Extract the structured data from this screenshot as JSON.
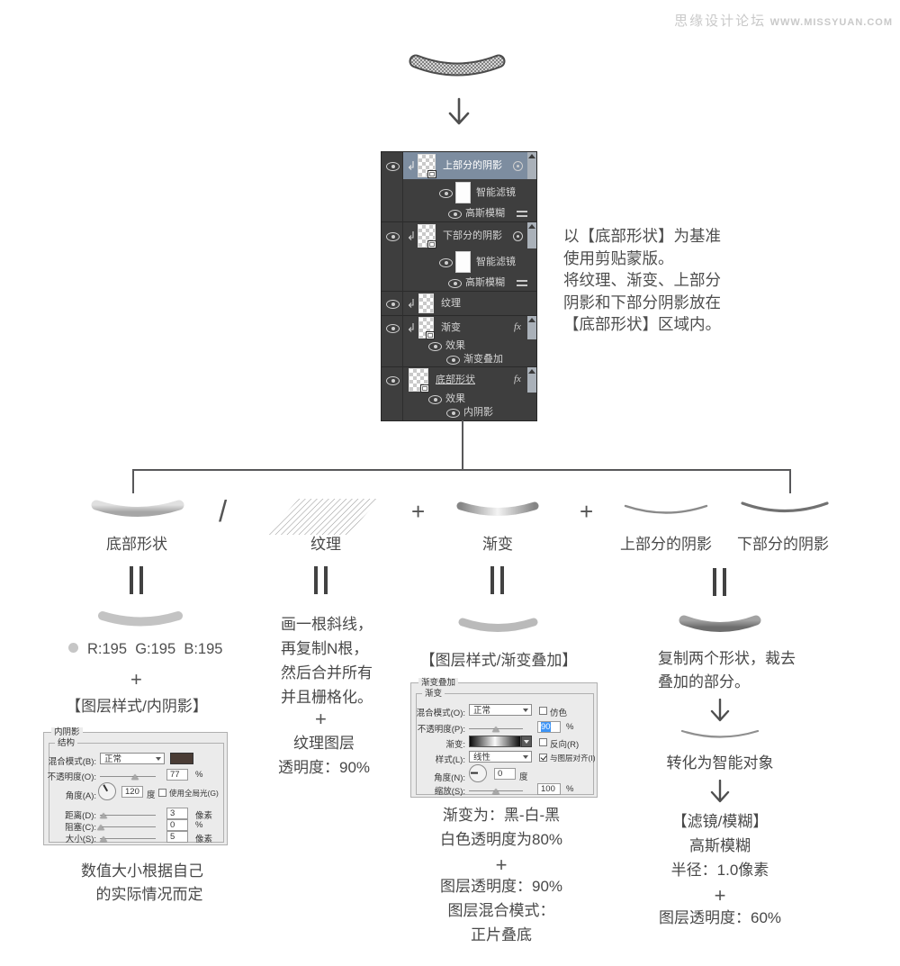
{
  "watermark": {
    "site": "思缘设计论坛",
    "url": "WWW.MISSYUAN.COM"
  },
  "colors": {
    "selection": "#7d8da0",
    "panel_bg": "#3e3e3e",
    "inner_shadow_swatch": "#4a3c35",
    "base_shape_rgb": "#c3c3c3",
    "gradient_stops": [
      "#000000",
      "#ffffff",
      "#000000"
    ]
  },
  "layers_panel": {
    "fx_label": "fx",
    "rows": [
      {
        "name": "上部分的阴影"
      },
      {
        "name": "智能滤镜"
      },
      {
        "name": "高斯模糊"
      },
      {
        "name": "下部分的阴影"
      },
      {
        "name": "智能滤镜"
      },
      {
        "name": "高斯模糊"
      },
      {
        "name": "纹理"
      },
      {
        "name": "渐变"
      },
      {
        "name": "效果"
      },
      {
        "name": "渐变叠加"
      },
      {
        "name": "底部形状"
      },
      {
        "name": "效果"
      },
      {
        "name": "内阴影"
      }
    ]
  },
  "panel_note": {
    "line1": "以【底部形状】为基准",
    "line2": "使用剪贴蒙版。",
    "line3": "将纹理、渐变、上部分",
    "line4": "阴影和下部分阴影放在",
    "line5": "【底部形状】区域内。"
  },
  "flow": {
    "slash": "/",
    "plus1": "+",
    "plus2": "+",
    "labels": {
      "bottom": "底部形状",
      "texture": "纹理",
      "gradient": "渐变",
      "upper": "上部分的阴影",
      "lower": "下部分的阴影"
    }
  },
  "col_bottom": {
    "rgb": "R:195  G:195  B:195",
    "plus": "+",
    "style": "【图层样式/内阴影】",
    "note1": "数值大小根据自己",
    "note2": "的实际情况而定",
    "dialog": {
      "title": "内阴影",
      "group": "结构",
      "blend_label": "混合模式(B):",
      "blend_value": "正常",
      "opacity_label": "不透明度(O):",
      "opacity_value": "77",
      "opacity_unit": "%",
      "angle_label": "角度(A):",
      "angle_value": "120",
      "angle_unit": "度",
      "global_light_label": "使用全局光(G)",
      "distance_label": "距离(D):",
      "distance_value": "3",
      "distance_unit": "像素",
      "choke_label": "阻塞(C):",
      "choke_value": "0",
      "choke_unit": "%",
      "size_label": "大小(S):",
      "size_value": "5",
      "size_unit": "像素"
    }
  },
  "col_texture": {
    "line1": "画一根斜线，",
    "line2": "再复制N根，",
    "line3": "然后合并所有",
    "line4": "并且栅格化。",
    "plus": "+",
    "layer1": "纹理图层",
    "layer2": "透明度：90%"
  },
  "col_gradient": {
    "style": "【图层样式/渐变叠加】",
    "dialog": {
      "title": "渐变叠加",
      "group": "渐变",
      "blend_label": "混合模式(O):",
      "blend_value": "正常",
      "dither_label": "仿色",
      "opacity_label": "不透明度(P):",
      "opacity_value": "90",
      "opacity_unit": "%",
      "gradient_label": "渐变:",
      "reverse_label": "反向(R)",
      "style_label": "样式(L):",
      "style_value": "线性",
      "align_label": "与图层对齐(I)",
      "angle_label": "角度(N):",
      "angle_value": "0",
      "angle_unit": "度",
      "scale_label": "缩放(S):",
      "scale_value": "100",
      "scale_unit": "%"
    },
    "note1": "渐变为：黑-白-黑",
    "note2": "白色透明度为80%",
    "plus": "+",
    "note3": "图层透明度：90%",
    "note4": "图层混合模式：",
    "note5": "正片叠底"
  },
  "col_shadows": {
    "step1a": "复制两个形状，裁去",
    "step1b": "叠加的部分。",
    "step2": "转化为智能对象",
    "step3a": "【滤镜/模糊】",
    "step3b": "高斯模糊",
    "step3c": "半径：1.0像素",
    "plus": "+",
    "step3d": "图层透明度：60%"
  }
}
